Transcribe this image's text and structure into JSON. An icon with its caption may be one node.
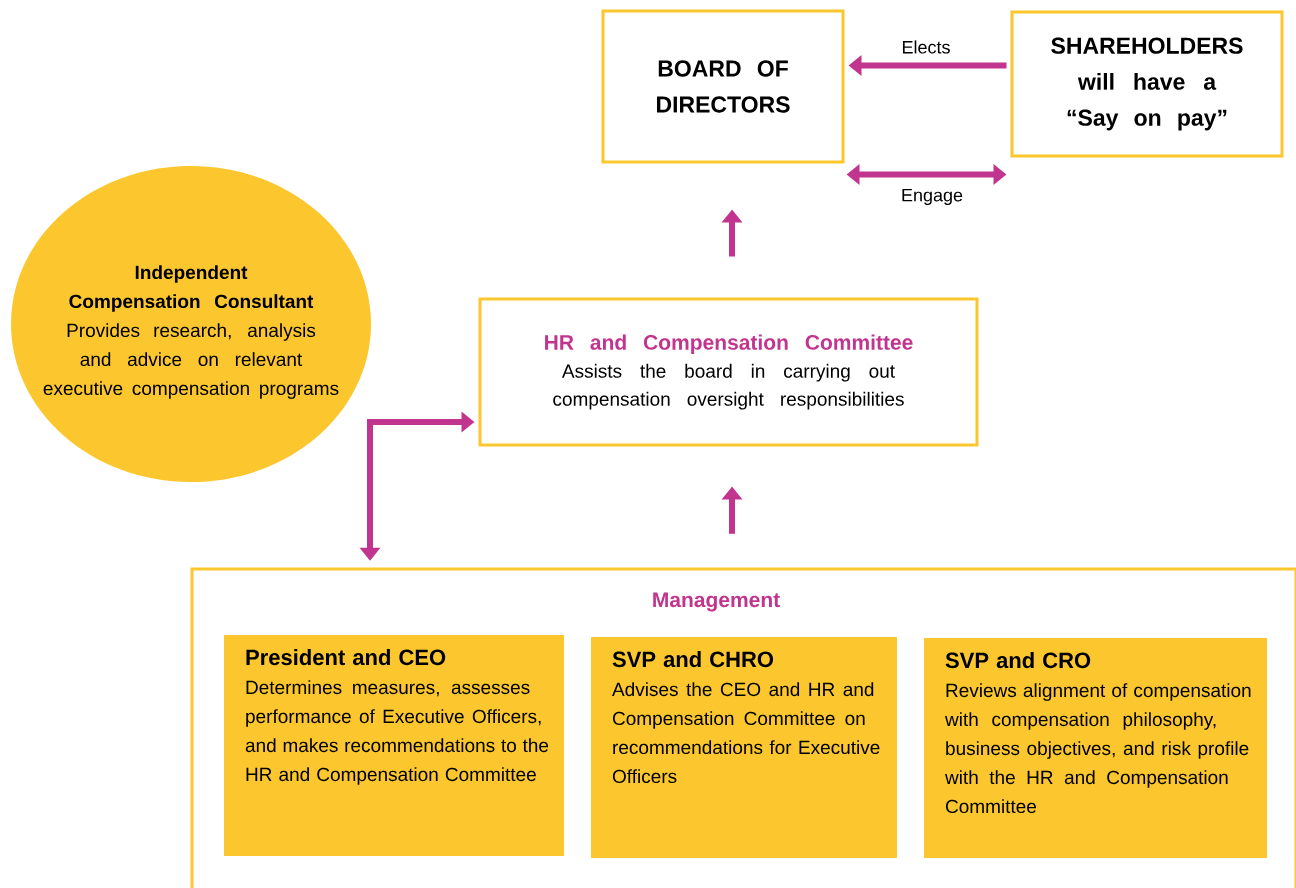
{
  "diagram": {
    "nodes": [
      {
        "text": [
          "BOARD OF DIRECTORS"
        ]
      },
      {
        "text": [
          "SHAREHOLDERS will have a “Say on pay”"
        ]
      },
      {
        "text": [
          "Independent Compensation Consultant",
          "Provides research, analysis and advice on relevant executive compensation programs"
        ]
      },
      {
        "text": [
          "HR and Compensation Committee",
          "Assists the board in carrying out compensation oversight responsibilities"
        ]
      },
      {
        "text": [
          "Management"
        ]
      },
      {
        "text": [
          "President and CEO",
          "Determines measures, assesses performance of Executive Officers, and makes recommendations to the HR and Compensation Committee"
        ],
        "in": 4
      },
      {
        "text": [
          "SVP and CHRO",
          "Advises the CEO and HR and Compensation Committee on recommendations for Executive Officers"
        ],
        "in": 4
      },
      {
        "text": [
          "SVP and CRO",
          "Reviews alignment of compensation with compensation philosophy, business objectives, and risk profile with the HR and Compensation Committee"
        ],
        "in": 4
      }
    ],
    "edges": [
      {
        "from": 1,
        "to": 0,
        "arrow": "to",
        "label": "Elects"
      },
      {
        "from": 0,
        "to": 1,
        "arrow": "both",
        "label": "Engage"
      },
      {
        "from": 3,
        "to": 0,
        "arrow": "to"
      },
      {
        "from": 4,
        "to": 3,
        "arrow": "to"
      },
      {
        "from": 4,
        "to": 3,
        "arrow": "both"
      }
    ]
  }
}
